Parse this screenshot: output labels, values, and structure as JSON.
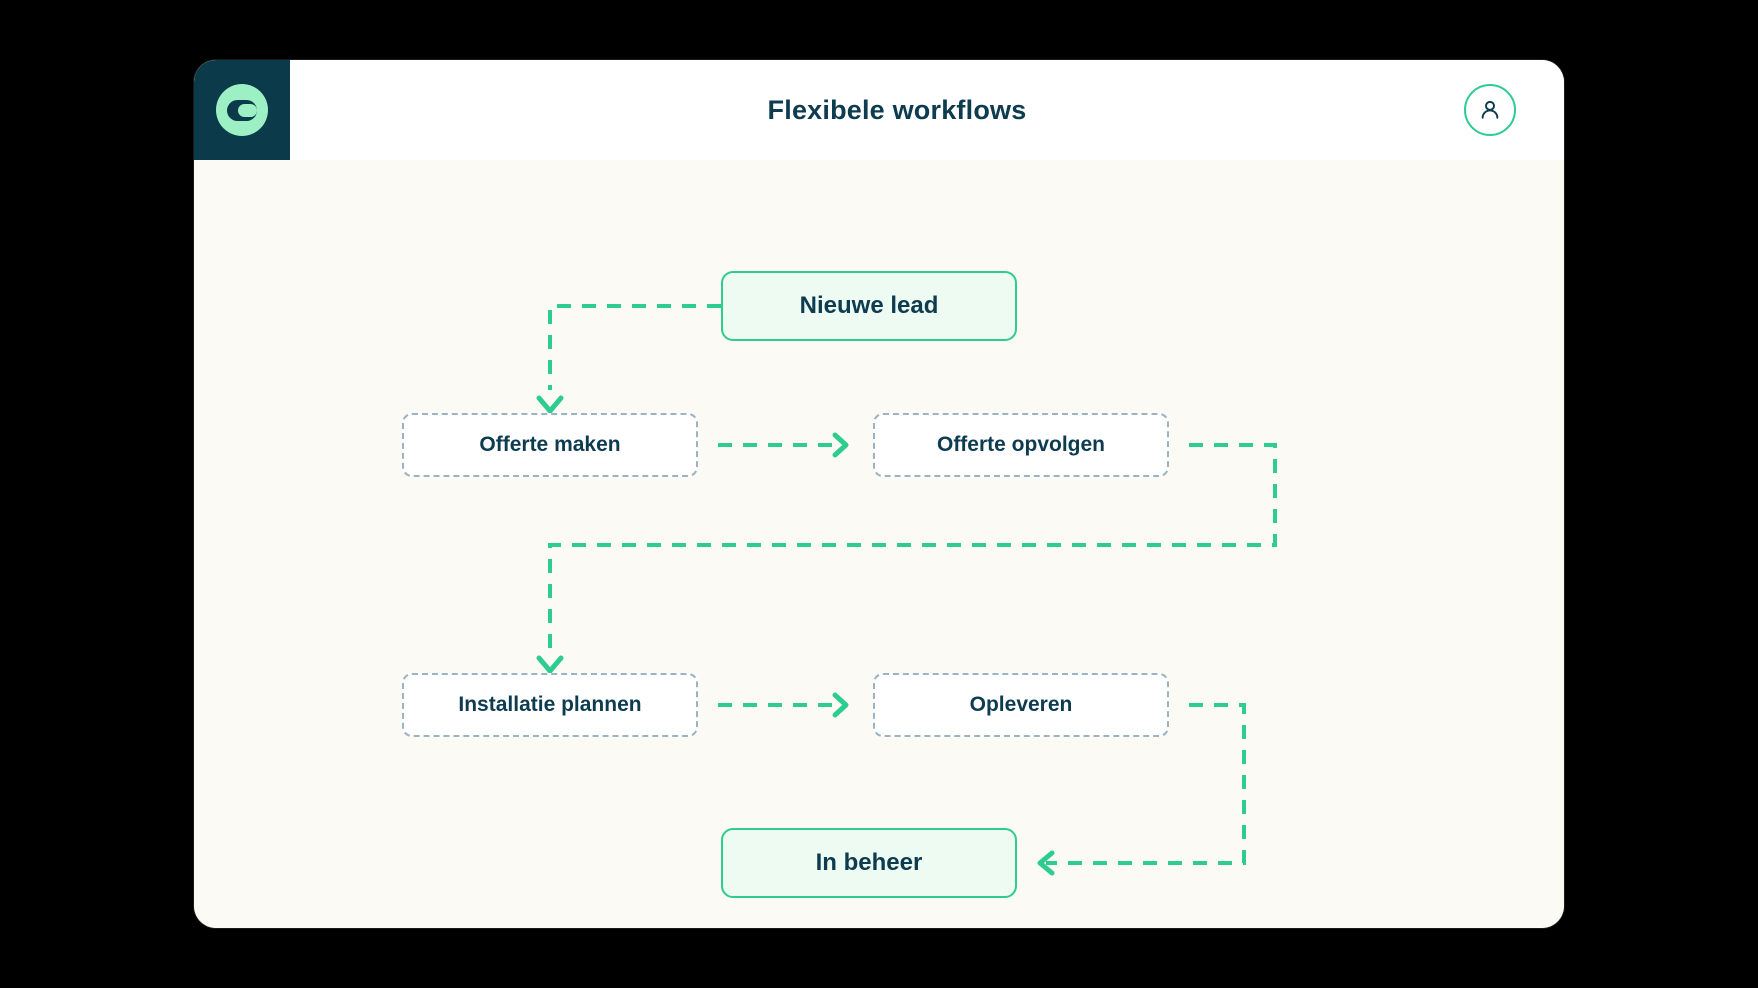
{
  "window": {
    "background_color": "#FBFAF5",
    "frame_color": "#000000"
  },
  "topbar": {
    "logo_icon": "brand-logo-icon",
    "logo_tile_color": "#0B3A4A",
    "logo_mark_color": "#9CF0C4",
    "title": "Flexibele workflows",
    "title_color": "#0D3B4F",
    "avatar_icon": "user-avatar-icon",
    "avatar_ring_color": "#2ECC8F"
  },
  "workflow": {
    "accent_color": "#2ECC8F",
    "step_border_color": "#9BB3C2",
    "nodes": [
      {
        "id": "nieuwe-lead",
        "label": "Nieuwe lead",
        "type": "primary"
      },
      {
        "id": "offerte-maken",
        "label": "Offerte maken",
        "type": "step"
      },
      {
        "id": "offerte-opvolgen",
        "label": "Offerte opvolgen",
        "type": "step"
      },
      {
        "id": "installatie-plannen",
        "label": "Installatie plannen",
        "type": "step"
      },
      {
        "id": "opleveren",
        "label": "Opleveren",
        "type": "step"
      },
      {
        "id": "in-beheer",
        "label": "In beheer",
        "type": "primary"
      }
    ],
    "connectors": [
      {
        "from": "nieuwe-lead",
        "to": "offerte-maken",
        "style": "dashed",
        "arrow": "down"
      },
      {
        "from": "offerte-maken",
        "to": "offerte-opvolgen",
        "style": "dashed",
        "arrow": "right"
      },
      {
        "from": "offerte-opvolgen",
        "to": "installatie-plannen",
        "style": "dashed",
        "arrow": "down"
      },
      {
        "from": "installatie-plannen",
        "to": "opleveren",
        "style": "dashed",
        "arrow": "right"
      },
      {
        "from": "opleveren",
        "to": "in-beheer",
        "style": "dashed",
        "arrow": "left"
      }
    ]
  }
}
